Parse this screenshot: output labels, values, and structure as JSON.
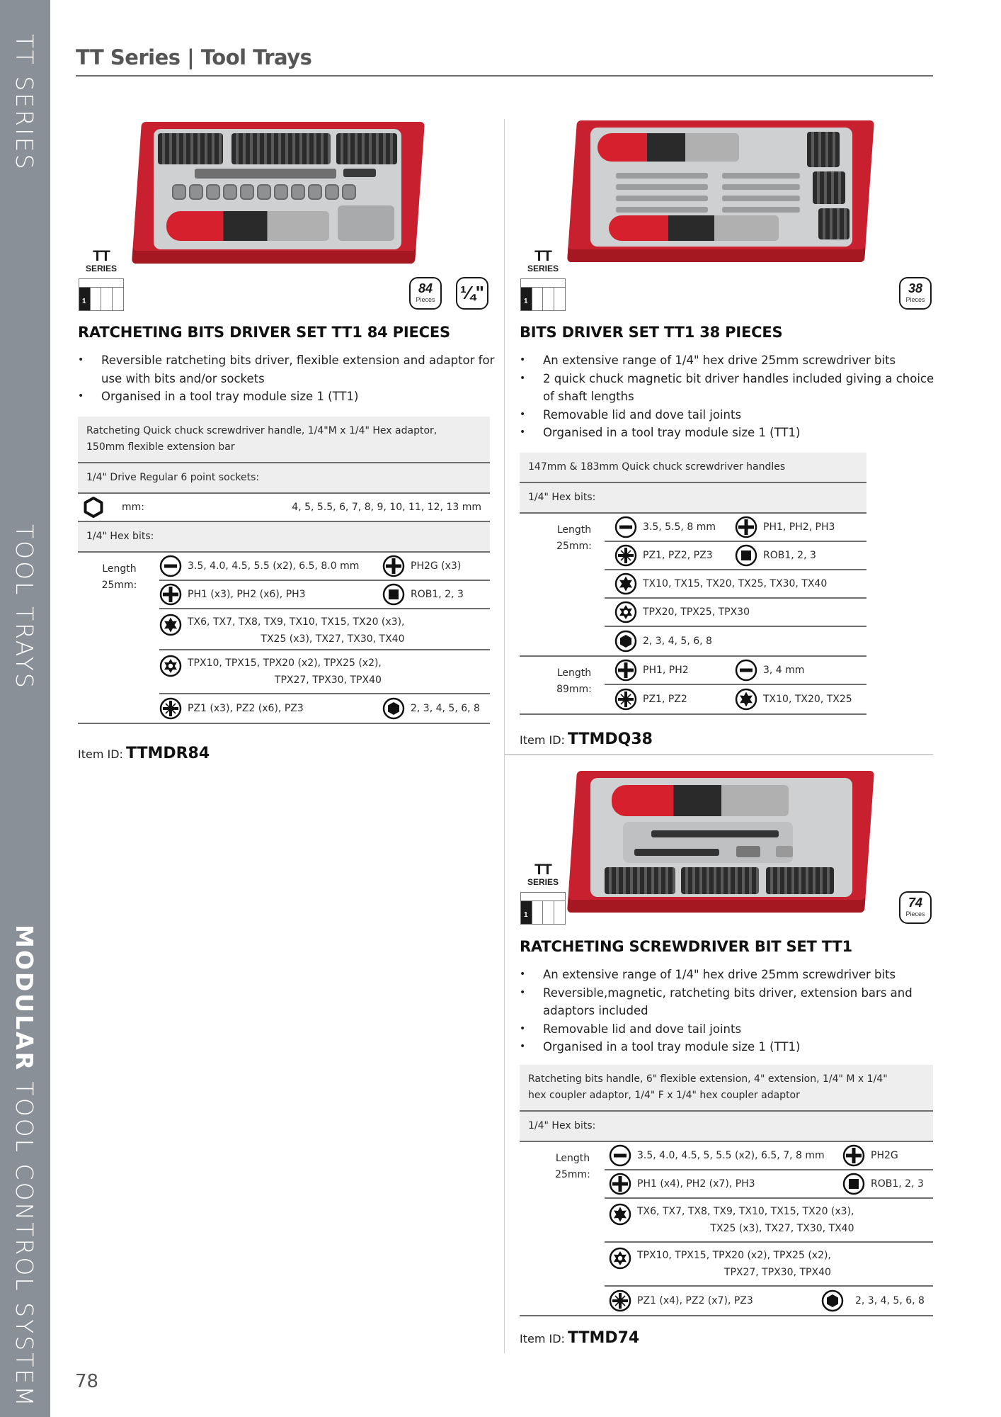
{
  "sidebar": {
    "label_1": "TT SERIES",
    "label_2": "TOOL TRAYS",
    "label_3_bold": "MODULAR",
    "label_3_rest": " TOOL CONTROL SYSTEM",
    "color": "#8a9097"
  },
  "header": {
    "title": "TT Series | Tool Trays"
  },
  "page_number": "78",
  "series_logo": {
    "tt": "TT",
    "series": "SERIES",
    "module": "1"
  },
  "products": [
    {
      "title": "RATCHETING BITS DRIVER SET TT1 84 PIECES",
      "badges": [
        {
          "num": "84",
          "label": "Pieces"
        },
        {
          "frac": "¼\""
        }
      ],
      "bullets": [
        "Reversible ratcheting bits driver, flexible extension and adaptor for use with bits and/or sockets",
        "Organised in a tool tray module size 1 (TT1)"
      ],
      "spec": {
        "accessories": "Ratcheting Quick chuck screwdriver handle, 1/4\"M x 1/4\" Hex adaptor, 150mm flexible extension bar",
        "sockets_heading": "1/4\" Drive Regular 6 point sockets:",
        "sockets_unit": "mm:",
        "sockets_sizes": "4, 5, 5.5, 6, 7, 8, 9, 10, 11, 12, 13 mm",
        "bits_heading": "1/4\" Hex bits:",
        "length_label": "Length 25mm:",
        "rows": [
          {
            "a_icon": "slotted",
            "a": "3.5, 4.0, 4.5, 5.5 (x2), 6.5, 8.0 mm",
            "b_icon": "phillips",
            "b": "PH2G (x3)"
          },
          {
            "a_icon": "phillips",
            "a": "PH1 (x3), PH2 (x6), PH3",
            "b_icon": "square",
            "b": "ROB1, 2, 3"
          },
          {
            "a_icon": "torx",
            "a": "TX6, TX7, TX8, TX9, TX10, TX15, TX20 (x3),",
            "a2": "TX25 (x3), TX27, TX30, TX40"
          },
          {
            "a_icon": "torx-plus",
            "a": "TPX10, TPX15, TPX20 (x2), TPX25 (x2),",
            "a2": "TPX27, TPX30, TPX40"
          },
          {
            "a_icon": "pozi",
            "a": "PZ1 (x3), PZ2 (x6), PZ3",
            "b_icon": "hex",
            "b": "2, 3, 4, 5, 6, 8"
          }
        ]
      },
      "item_id_label": "Item ID:",
      "item_id": "TTMDR84"
    },
    {
      "title": "BITS DRIVER SET TT1 38 PIECES",
      "badges": [
        {
          "num": "38",
          "label": "Pieces"
        }
      ],
      "bullets": [
        "An extensive range of 1/4\" hex drive 25mm screwdriver bits",
        "2 quick chuck magnetic bit driver handles included giving a choice of shaft lengths",
        "Removable lid and dove tail joints",
        "Organised in a tool tray module size 1 (TT1)"
      ],
      "spec": {
        "accessories": "147mm & 183mm Quick chuck screwdriver handles",
        "bits_heading": "1/4\" Hex bits:",
        "length_25_label": "Length 25mm:",
        "rows_25": [
          {
            "a_icon": "slotted",
            "a": "3.5, 5.5, 8 mm",
            "b_icon": "phillips",
            "b": "PH1, PH2, PH3"
          },
          {
            "a_icon": "pozi",
            "a": "PZ1, PZ2, PZ3",
            "b_icon": "square",
            "b": "ROB1, 2, 3"
          },
          {
            "a_icon": "torx",
            "a": "TX10, TX15, TX20, TX25, TX30, TX40"
          },
          {
            "a_icon": "torx-plus",
            "a": "TPX20, TPX25, TPX30"
          },
          {
            "a_icon": "hex",
            "a": "2, 3, 4, 5, 6, 8"
          }
        ],
        "length_89_label": "Length 89mm:",
        "rows_89": [
          {
            "a_icon": "phillips",
            "a": "PH1, PH2",
            "b_icon": "slotted",
            "b": "3, 4 mm"
          },
          {
            "a_icon": "pozi",
            "a": "PZ1, PZ2",
            "b_icon": "torx",
            "b": "TX10, TX20, TX25"
          }
        ]
      },
      "item_id_label": "Item ID:",
      "item_id": "TTMDQ38"
    },
    {
      "title": "RATCHETING SCREWDRIVER BIT SET TT1",
      "badges": [
        {
          "num": "74",
          "label": "Pieces"
        }
      ],
      "bullets": [
        "An extensive range of 1/4\" hex drive 25mm screwdriver bits",
        "Reversible,magnetic, ratcheting bits driver, extension bars and adaptors included",
        "Removable lid and dove tail joints",
        "Organised in a tool tray module size 1 (TT1)"
      ],
      "spec": {
        "accessories": "Ratcheting bits handle, 6\" flexible extension, 4\" extension, 1/4\" M x 1/4\" hex coupler adaptor, 1/4\" F x 1/4\" hex coupler adaptor",
        "bits_heading": "1/4\" Hex bits:",
        "length_label": "Length 25mm:",
        "rows": [
          {
            "a_icon": "slotted",
            "a": "3.5, 4.0, 4.5, 5, 5.5 (x2), 6.5, 7, 8 mm",
            "b_icon": "phillips",
            "b": "PH2G"
          },
          {
            "a_icon": "phillips",
            "a": "PH1 (x4), PH2 (x7), PH3",
            "b_icon": "square",
            "b": "ROB1, 2, 3"
          },
          {
            "a_icon": "torx",
            "a": "TX6, TX7, TX8, TX9, TX10, TX15, TX20 (x3),",
            "a2": "TX25 (x3), TX27, TX30, TX40"
          },
          {
            "a_icon": "torx-plus",
            "a": "TPX10, TPX15, TPX20 (x2), TPX25 (x2),",
            "a2": "TPX27, TPX30, TPX40"
          },
          {
            "a_icon": "pozi",
            "a": "PZ1 (x4), PZ2 (x7), PZ3",
            "b_icon": "hex",
            "b": "2, 3, 4, 5, 6, 8"
          }
        ]
      },
      "item_id_label": "Item ID:",
      "item_id": "TTMD74"
    }
  ]
}
